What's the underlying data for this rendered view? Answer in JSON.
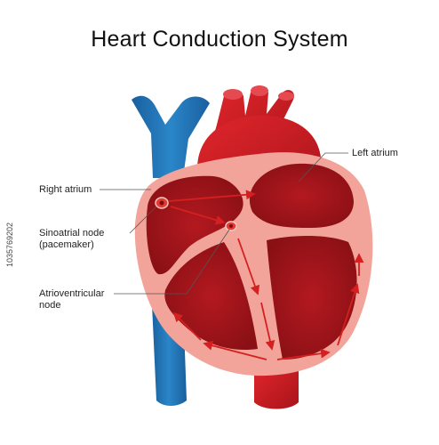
{
  "title": "Heart Conduction System",
  "labels": {
    "left_atrium": "Left atrium",
    "right_atrium": "Right atrium",
    "sinoatrial_line1": "Sinoatrial node",
    "sinoatrial_line2": "(pacemaker)",
    "av_line1": "Atrioventricular",
    "av_line2": "node"
  },
  "stock_id": "1035769202",
  "colors": {
    "vein_blue": "#1f6fb4",
    "artery_red": "#c8161d",
    "heart_dark": "#9e1318",
    "wall_pink": "#f2a49a",
    "signal_arrow": "#d42020"
  }
}
